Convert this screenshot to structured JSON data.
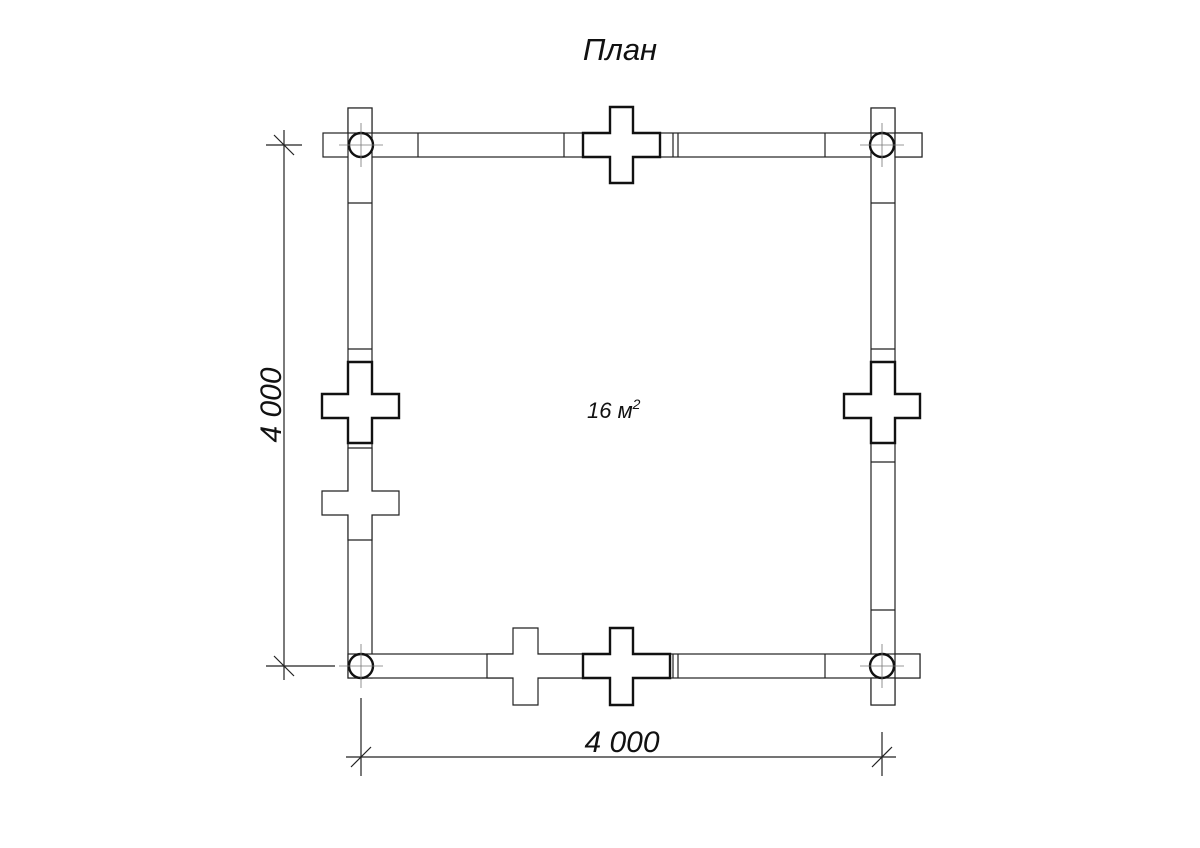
{
  "title": "План",
  "area": {
    "value": "16 м",
    "sup": "2"
  },
  "dimensions": {
    "width": "4 000",
    "height": "4 000"
  }
}
